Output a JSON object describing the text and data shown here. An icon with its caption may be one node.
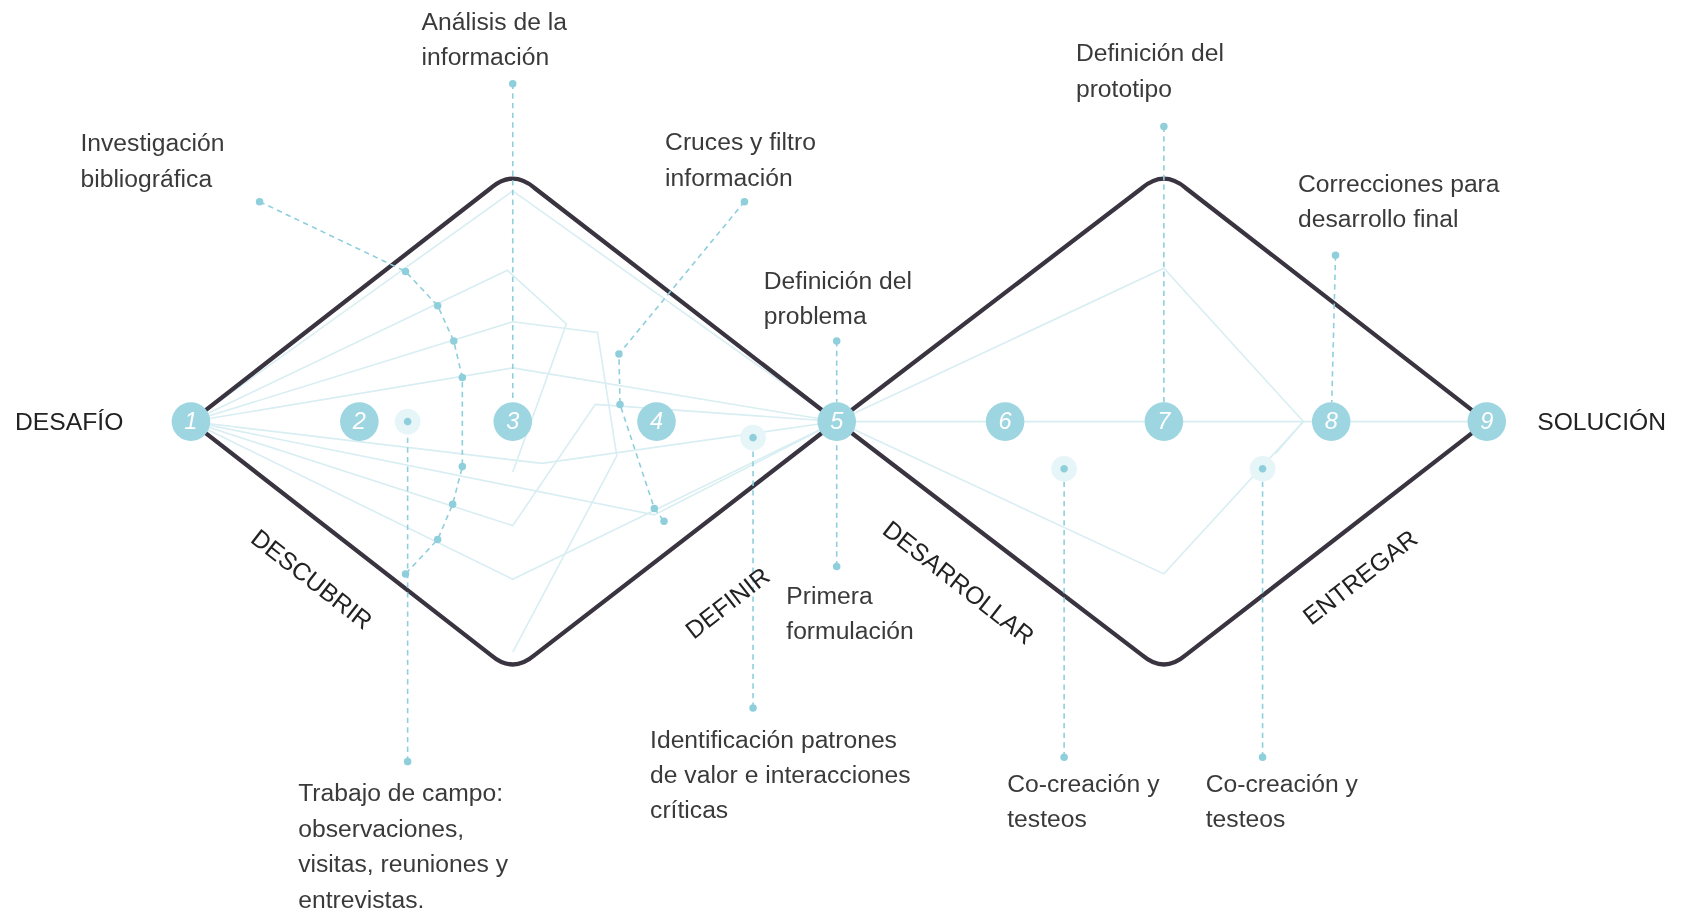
{
  "diagram": {
    "nodes": [
      {
        "text": [
          "Análisis de la información"
        ]
      },
      {
        "text": [
          "Investigación bibliográfica"
        ]
      },
      {
        "text": [
          "Cruces y filtro información"
        ]
      },
      {
        "text": [
          "Definición del prototipo"
        ]
      },
      {
        "text": [
          "Correcciones para desarrollo final"
        ]
      },
      {
        "text": [
          "Definición del problema"
        ]
      },
      {
        "text": [
          "1"
        ]
      },
      {
        "text": [
          "2"
        ]
      },
      {
        "text": [
          "3"
        ]
      },
      {
        "text": [
          "4"
        ]
      },
      {
        "text": [
          "5"
        ]
      },
      {
        "text": [
          "6"
        ]
      },
      {
        "text": [
          "7"
        ]
      },
      {
        "text": [
          "8"
        ]
      },
      {
        "text": [
          "9"
        ]
      },
      {
        "text": [],
        "shape": "circle"
      },
      {
        "text": [],
        "shape": "circle"
      },
      {
        "text": [],
        "shape": "circle"
      },
      {
        "text": [],
        "shape": "circle"
      },
      {
        "text": [
          "Primera formulación"
        ]
      },
      {
        "text": [
          "Identificación patrones de valor e interacciones críticas"
        ]
      },
      {
        "text": [
          "Co-creación y testeos"
        ]
      },
      {
        "text": [
          "Co-creación y testeos"
        ]
      },
      {
        "text": [
          "Trabajo de campo: observaciones, visitas, reuniones y entrevistas."
        ]
      }
    ],
    "edges": [
      {
        "from": 0,
        "to": 8,
        "arrow": "other",
        "style": "dashed"
      },
      {
        "from": 1,
        "to": null,
        "arrow": "other",
        "style": "dashed"
      },
      {
        "from": 2,
        "to": null,
        "arrow": "other",
        "style": "dashed"
      },
      {
        "from": 3,
        "to": 12,
        "arrow": "other",
        "style": "dashed"
      },
      {
        "from": 4,
        "to": 13,
        "arrow": "other",
        "style": "dashed"
      },
      {
        "from": 5,
        "to": 10,
        "arrow": "other",
        "style": "dashed"
      },
      {
        "from": 19,
        "to": 10,
        "arrow": "other",
        "style": "dashed"
      },
      {
        "from": 23,
        "to": 15,
        "arrow": "other",
        "style": "dashed"
      },
      {
        "from": 20,
        "to": 16,
        "arrow": "other",
        "style": "dashed"
      },
      {
        "from": 21,
        "to": 17,
        "arrow": "other",
        "style": "dashed"
      },
      {
        "from": 22,
        "to": 18,
        "arrow": "other",
        "style": "dashed"
      },
      {
        "from": 10,
        "to": 11,
        "arrow": "none",
        "color": "#d6eef2"
      },
      {
        "from": 11,
        "to": 12,
        "arrow": "none",
        "color": "#d6eef2"
      },
      {
        "from": 12,
        "to": 13,
        "arrow": "none",
        "color": "#d6eef2"
      },
      {
        "from": 13,
        "to": 14,
        "arrow": "none",
        "color": "#d6eef2"
      }
    ],
    "labels": [
      "DESAFÍO",
      "SOLUCIÓN",
      "DESCUBRIR",
      "DEFINIR",
      "DESARROLLAR",
      "ENTREGAR"
    ]
  }
}
